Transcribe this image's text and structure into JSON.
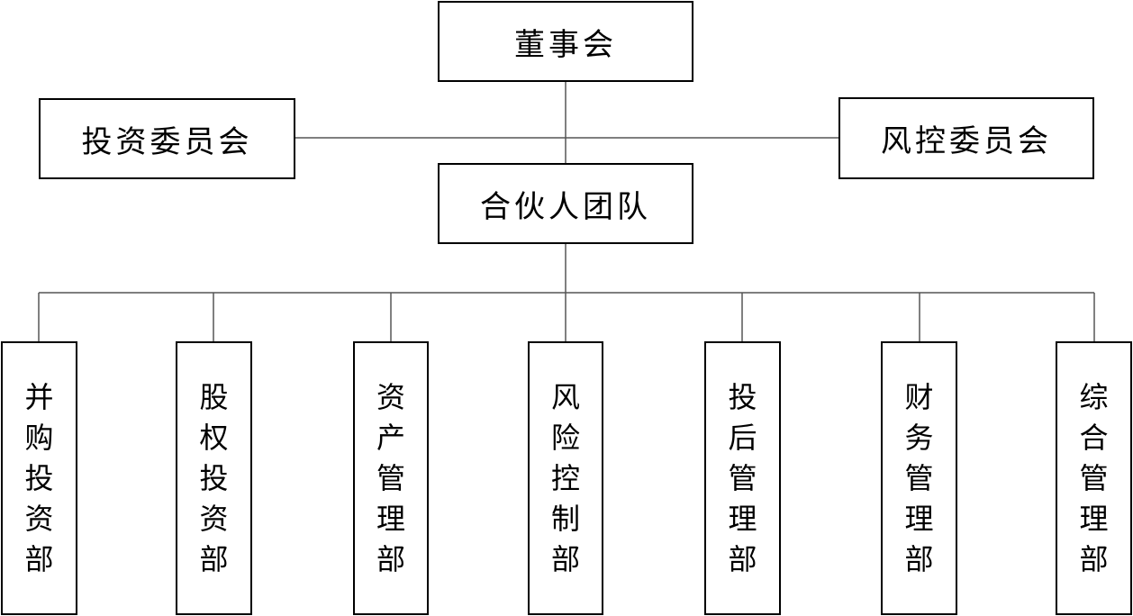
{
  "top": {
    "board": "董事会"
  },
  "committees": {
    "investment": "投资委员会",
    "risk": "风控委员会"
  },
  "partners": "合伙人团队",
  "departments": [
    "并购投资部",
    "股权投资部",
    "资产管理部",
    "风险控制部",
    "投后管理部",
    "财务管理部",
    "综合管理部"
  ],
  "colors": {
    "line": "#555555",
    "border": "#000000"
  }
}
